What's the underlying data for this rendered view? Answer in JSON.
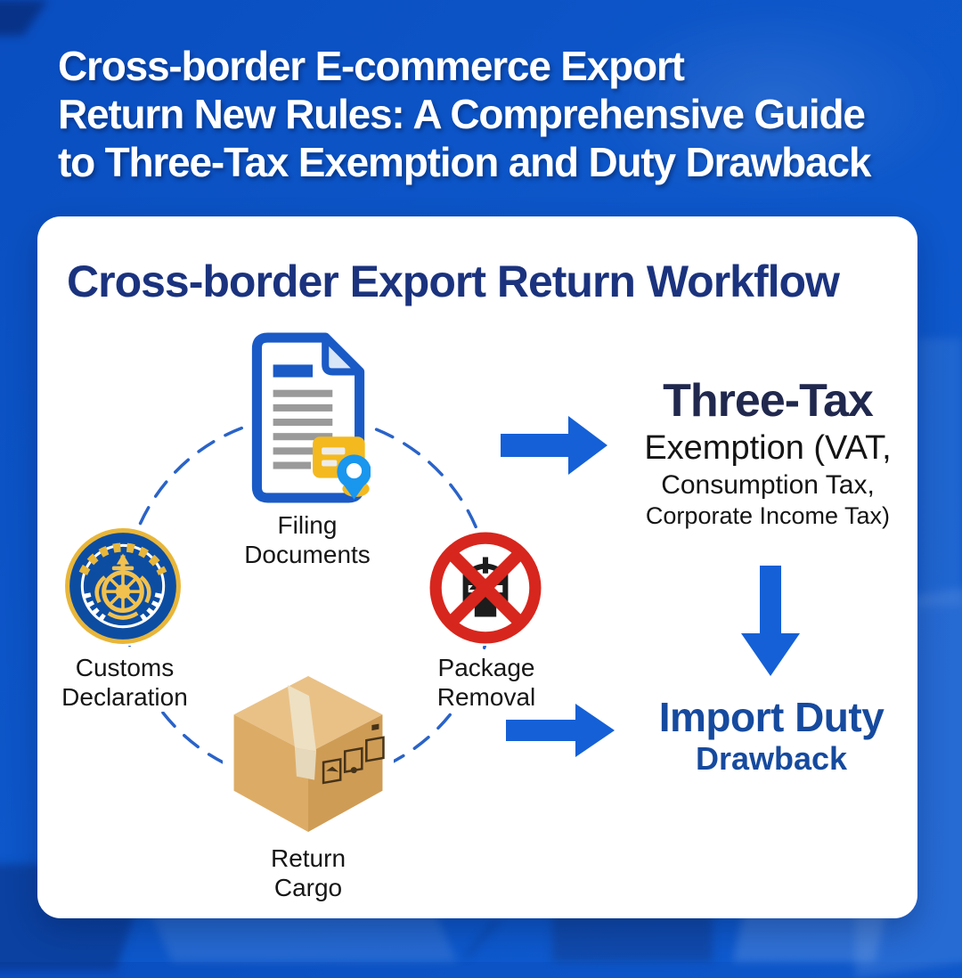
{
  "header": {
    "title_lines": [
      "Cross-border E-commerce Export",
      "Return New Rules: A Comprehensive Guide",
      "to Three-Tax Exemption and Duty Drawback"
    ]
  },
  "card": {
    "title": "Cross-border Export Return Workflow",
    "workflow": {
      "nodes": [
        {
          "id": "filing-documents",
          "icon": "document-icon",
          "label_lines": [
            "Filing",
            "Documents"
          ]
        },
        {
          "id": "customs-declaration",
          "icon": "customs-emblem-icon",
          "label_lines": [
            "Customs",
            "Declaration"
          ]
        },
        {
          "id": "package-removal",
          "icon": "no-package-icon",
          "label_lines": [
            "Package",
            "Removal"
          ]
        },
        {
          "id": "return-cargo",
          "icon": "cargo-box-icon",
          "label_lines": [
            "Return",
            "Cargo"
          ]
        }
      ],
      "outcomes": {
        "three_tax": {
          "title": "Three-Tax",
          "line1": "Exemption (VAT,",
          "line2": "Consumption Tax,",
          "line3": "Corporate Income Tax)"
        },
        "import_duty": {
          "title": "Import Duty",
          "subtitle": "Drawback"
        }
      }
    }
  },
  "colors": {
    "background_blue": "#0d57ca",
    "card_title_navy": "#1b337e",
    "three_tax_navy": "#20284e",
    "import_duty_blue": "#164a9e",
    "arrow_blue": "#1560d6",
    "dash_blue": "#2a63c8",
    "emblem_gold": "#e8b63a",
    "emblem_blue": "#0c4da2",
    "prohibition_red": "#d7261d",
    "box_tan": "#d9a75f",
    "doc_border_blue": "#1a5ac6",
    "note_yellow": "#f3b91f",
    "pin_blue": "#1996ee"
  }
}
